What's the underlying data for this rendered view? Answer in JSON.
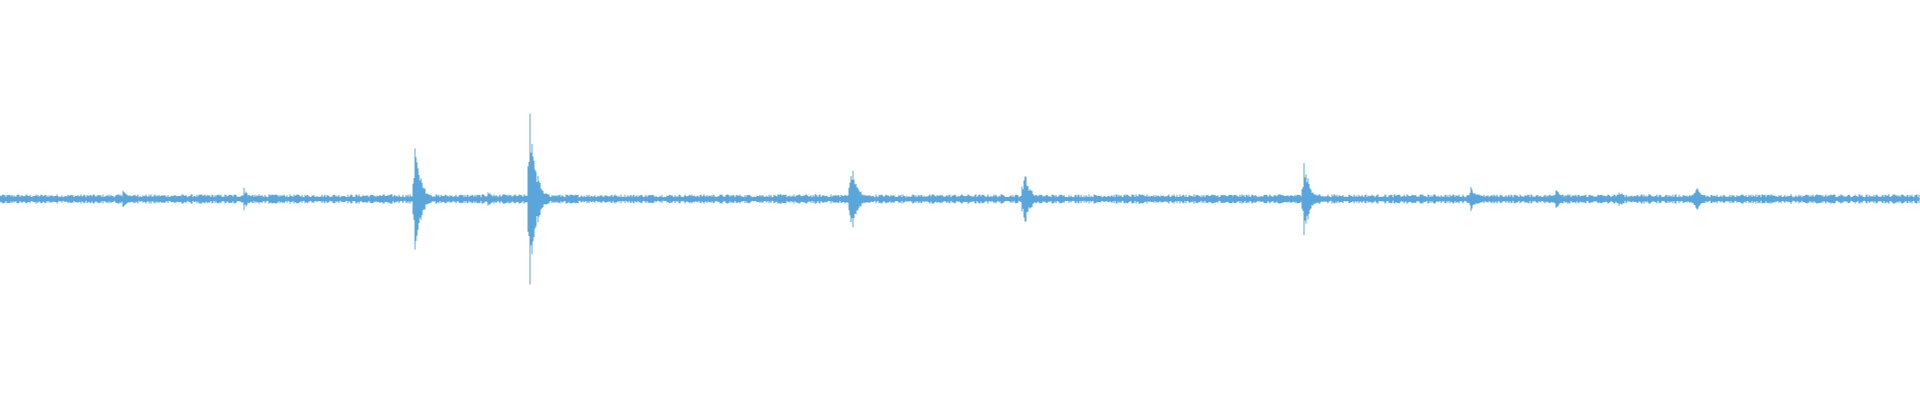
{
  "waveform": {
    "color": "#5aa5da",
    "baseline_amplitude": 0.018,
    "bursts": [
      {
        "position": 0.064,
        "amplitude": 0.05
      },
      {
        "position": 0.127,
        "amplitude": 0.06
      },
      {
        "position": 0.216,
        "amplitude": 0.3
      },
      {
        "position": 0.254,
        "amplitude": 0.05
      },
      {
        "position": 0.276,
        "amplitude": 0.48
      },
      {
        "position": 0.443,
        "amplitude": 0.22
      },
      {
        "position": 0.533,
        "amplitude": 0.18
      },
      {
        "position": 0.679,
        "amplitude": 0.22
      },
      {
        "position": 0.766,
        "amplitude": 0.08
      },
      {
        "position": 0.81,
        "amplitude": 0.07
      },
      {
        "position": 0.843,
        "amplitude": 0.05
      },
      {
        "position": 0.883,
        "amplitude": 0.08
      }
    ]
  }
}
